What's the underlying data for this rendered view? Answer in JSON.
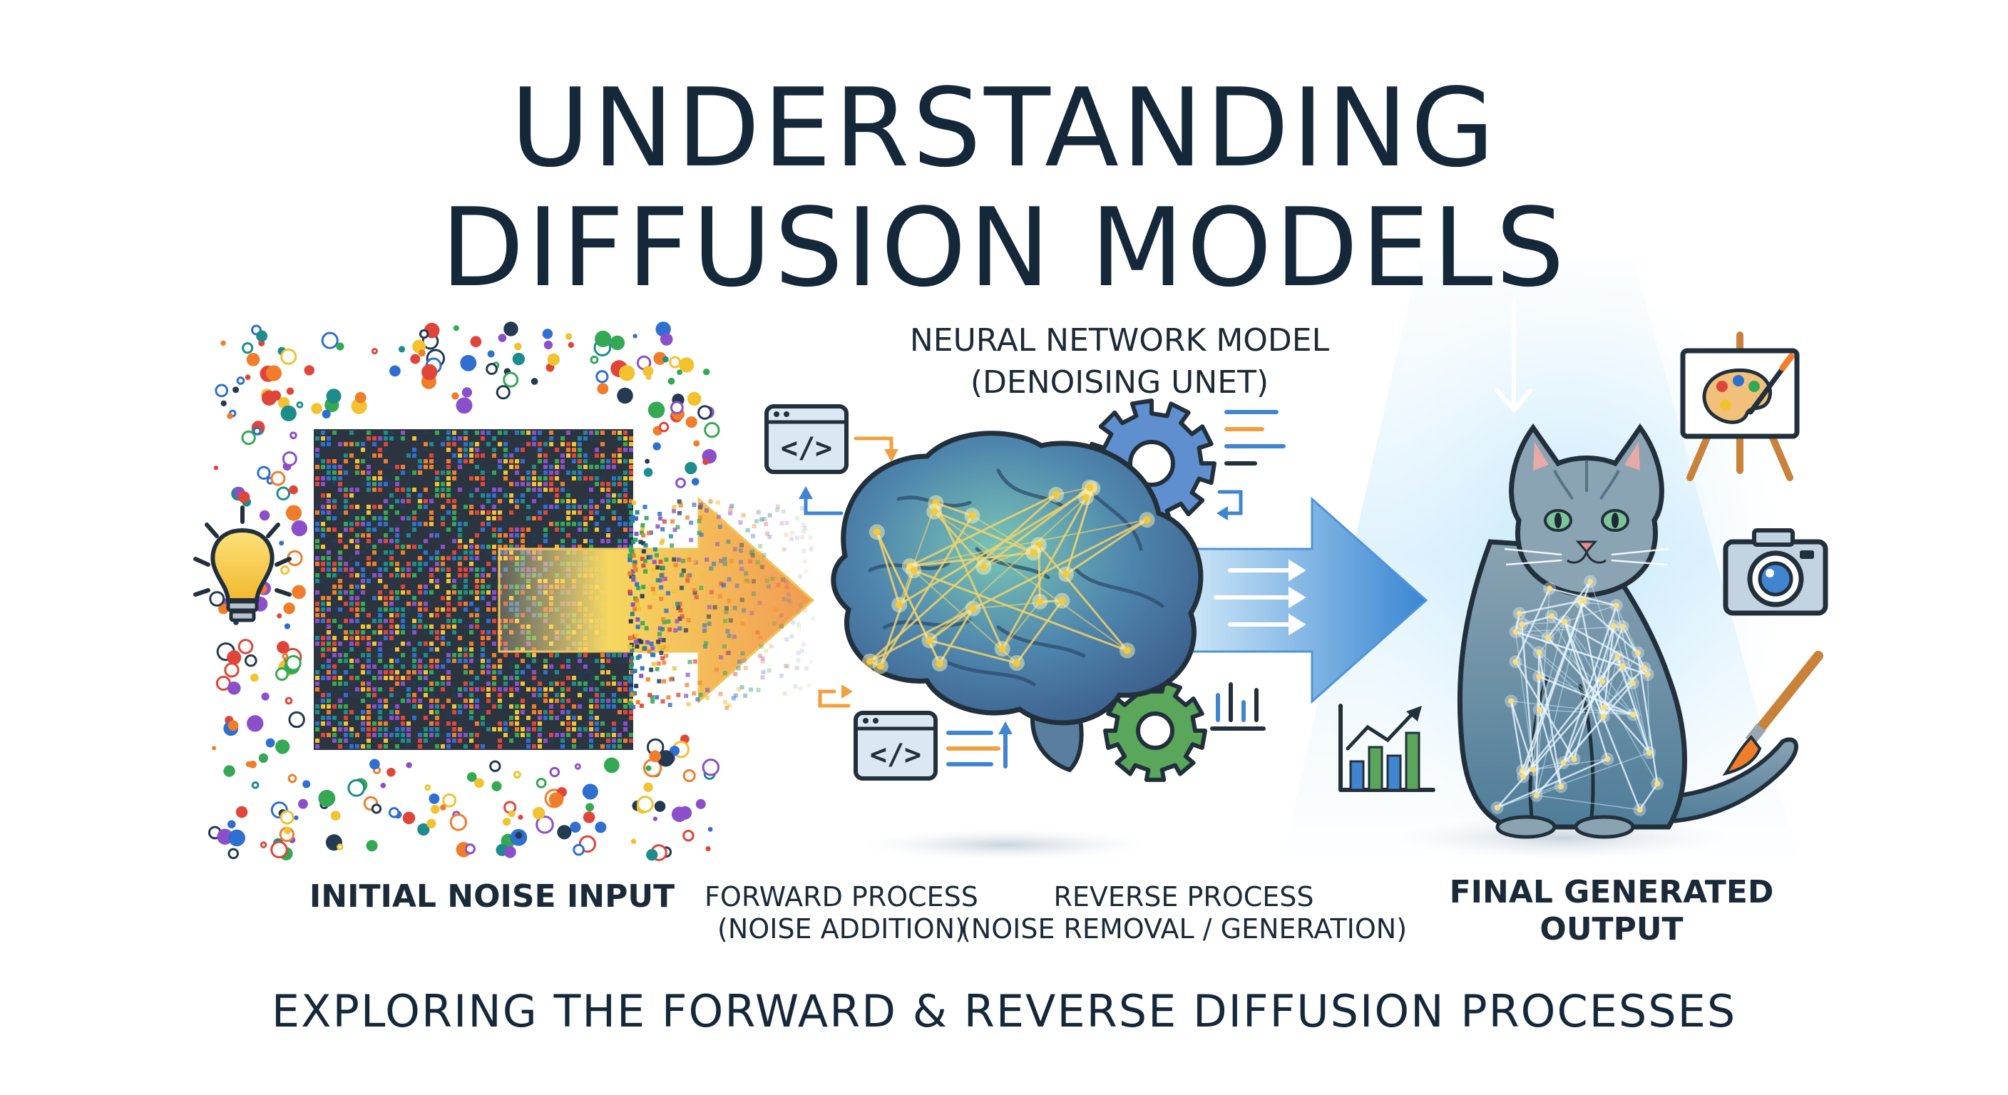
{
  "title": {
    "line1": "UNDERSTANDING",
    "line2": "DIFFUSION MODELS"
  },
  "model": {
    "label_line1": "NEURAL NETWORK MODEL",
    "label_line2": "(DENOISING UNET)"
  },
  "stages": {
    "input": "INITIAL NOISE INPUT",
    "forward_line1": "FORWARD PROCESS",
    "forward_line2": "(NOISE ADDITION)",
    "reverse_line1": "REVERSE PROCESS",
    "reverse_line2": "(NOISE REMOVAL / GENERATION)",
    "output_line1": "FINAL GENERATED",
    "output_line2": "OUTPUT"
  },
  "subtitle": "EXPLORING THE FORWARD & REVERSE DIFFUSION PROCESSES",
  "code_glyph": "</>",
  "colors": {
    "title": "#15283a",
    "forward_arrow_start": "#f6d860",
    "forward_arrow_end": "#f2a254",
    "reverse_arrow_start": "#9fd3f2",
    "reverse_arrow_end": "#3f8fd8",
    "brain": "#4f7fa8",
    "gear": "#5f8fce",
    "gear_green": "#5aa65a",
    "cat": "#6d8a9c",
    "glow": "#a8d8f4",
    "noise_palette": [
      "#e0453a",
      "#2f6fd0",
      "#35a853",
      "#f2c230",
      "#8b4fc9",
      "#1c8c8c",
      "#f07d2a",
      "#233a52"
    ]
  },
  "icons": [
    "lightbulb-icon",
    "code-window-icon",
    "gear-icon",
    "brain-icon",
    "bar-chart-icon",
    "easel-palette-icon",
    "camera-icon",
    "paintbrush-icon",
    "cat-illustration"
  ]
}
